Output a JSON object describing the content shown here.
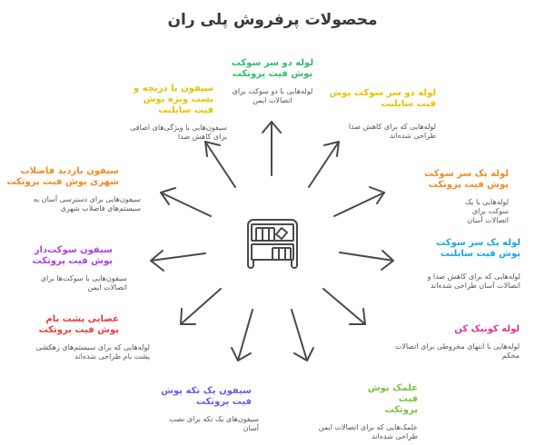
{
  "title": "محصولات پرفروش پلی ران",
  "center_icon": "bookshelf-icon",
  "items": [
    {
      "title": "لوله دو سر سوکت پوش فیت پروتکت",
      "desc": "لوله‌هایی با دو سوکت برای اتصالات ایمن",
      "color": "#2ebd6b"
    },
    {
      "title": "لوله دو سر سوکت پوش فیت سایلنت",
      "desc": "لوله‌هایی که برای کاهش صدا طراحی شده‌اند",
      "color": "#e6c300"
    },
    {
      "title": "لوله یک سر سوکت پوش فیت پروتکت",
      "desc": "لوله‌هایی با یک سوکت برای اتصالات آسان",
      "color": "#f08a24"
    },
    {
      "title": "لوله یک سر سوکت پوش فیت سایلنت",
      "desc": "لوله‌هایی که برای کاهش صدا و اتصالات آسان طراحی شده‌اند",
      "color": "#1aa7e0"
    },
    {
      "title": "لوله کونیک کن",
      "desc": "لوله‌هایی با انتهای مخروطی برای اتصالات محکم",
      "color": "#e0339a"
    },
    {
      "title": "علمک پوش فیت پروتکت",
      "desc": "علمک‌هایی که برای اتصالات ایمن طراحی شده‌اند",
      "color": "#7cc242"
    },
    {
      "title": "سیفون یک تکه پوش فیت پروتکت",
      "desc": "سیفون‌های یک تکه برای نصب آسان",
      "color": "#6b5bf0"
    },
    {
      "title": "عصایی پشت بام پوش فیت پروتکت",
      "desc": "لوله‌هایی که برای سیستم‌های زهکشی پشت بام طراحی شده‌اند",
      "color": "#ea3c3c"
    },
    {
      "title": "سیفون سوکت‌دار پوش فیت پروتکت",
      "desc": "سیفون‌هایی با سوکت‌ها برای اتصالات ایمن",
      "color": "#b040e0"
    },
    {
      "title": "سیفون بازدید فاضلاب شهری پوش فیت پروتکت",
      "desc": "سیفون‌هایی برای دسترسی آسان به سیستم‌های فاضلاب شهری",
      "color": "#f08a24"
    },
    {
      "title": "سیفون با دریچه و بست ویژه پوش فیت سایلنت",
      "desc": "سیفون‌هایی با ویژگی‌های اضافی برای کاهش صدا",
      "color": "#e6c300"
    }
  ]
}
